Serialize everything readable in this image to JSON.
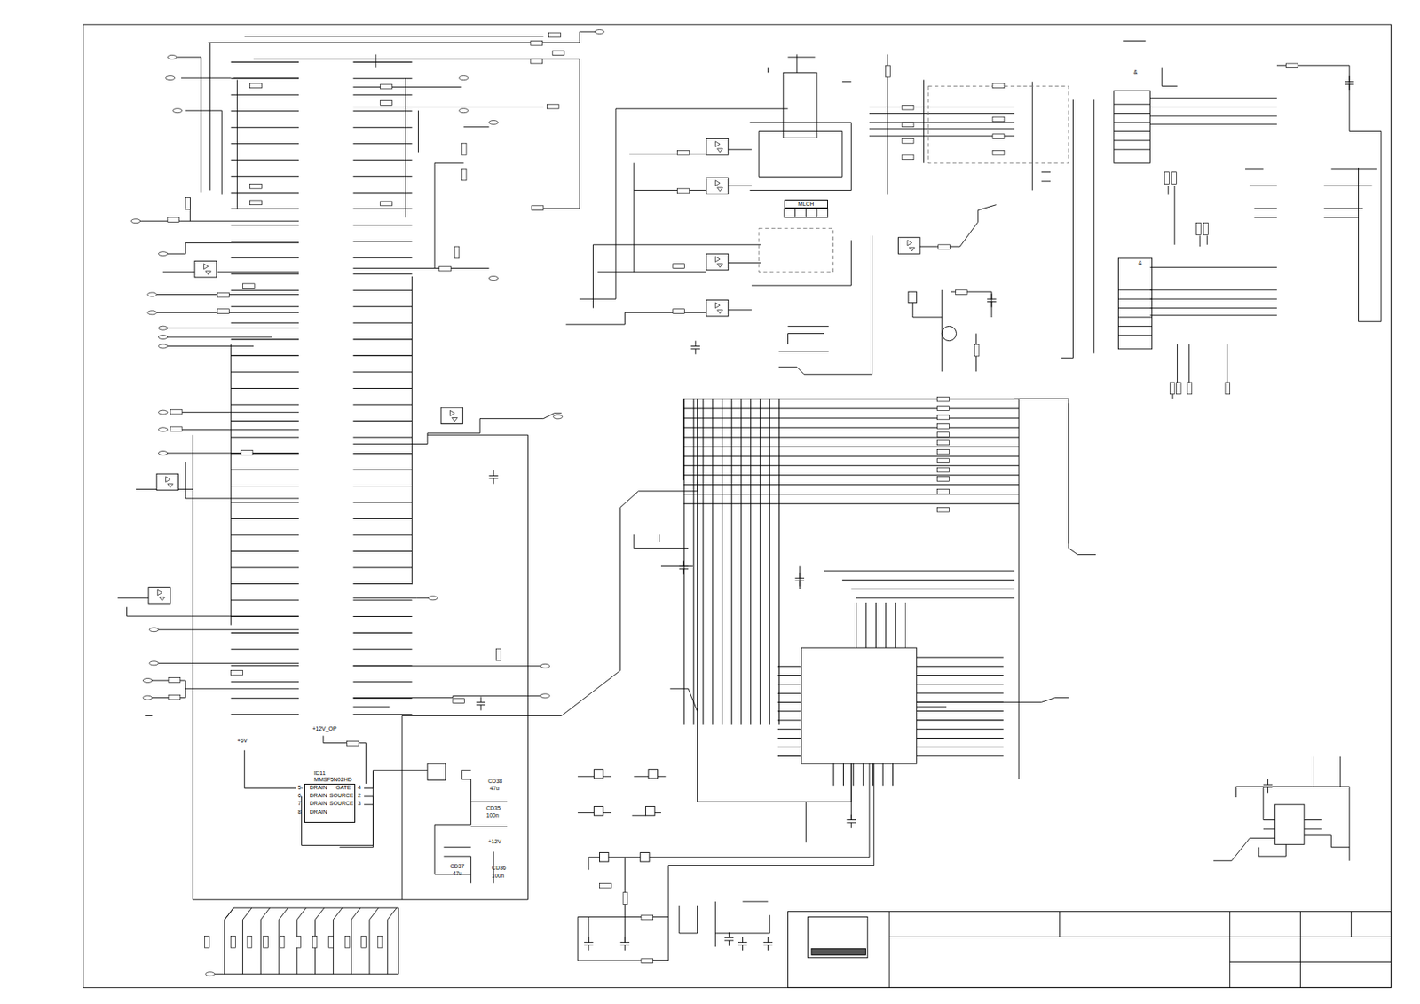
{
  "diagram": {
    "nodes": [
      {
        "text": [
          "ID11",
          "MMSF5N02HD"
        ]
      },
      {
        "text": [
          "MLCH"
        ]
      }
    ],
    "labels": [
      "+12V_OP",
      "+6V",
      "5",
      "6",
      "7",
      "8",
      "DRAIN",
      "DRAIN",
      "DRAIN",
      "DRAIN",
      "GATE",
      "SOURCE",
      "SOURCE",
      "4",
      "2",
      "3",
      "CD38",
      "47u",
      "CD35",
      "100n",
      "+12V",
      "CD37",
      "47u",
      "CD36",
      "100n",
      "&",
      "&"
    ]
  }
}
